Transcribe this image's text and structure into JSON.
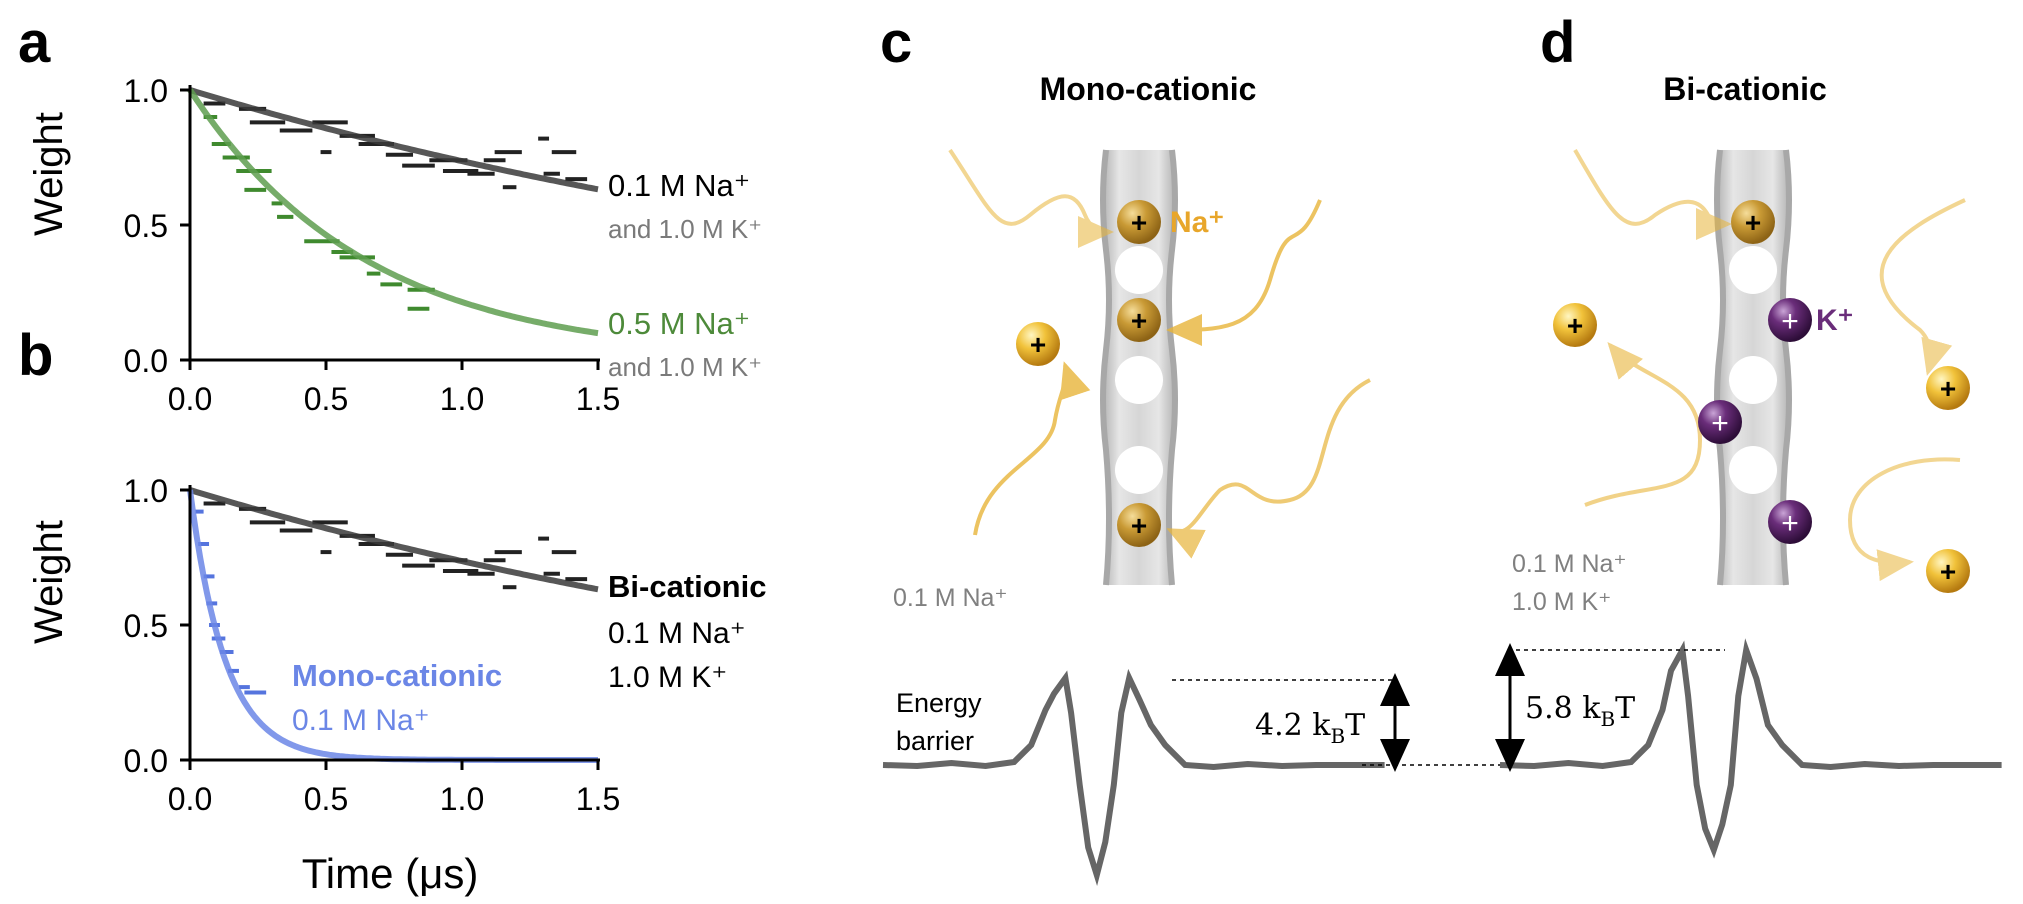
{
  "panels": {
    "a": {
      "letter": "a"
    },
    "b": {
      "letter": "b"
    },
    "c": {
      "letter": "c",
      "title": "Mono-cationic",
      "ion_label": "Na⁺",
      "condition": "0.1 M Na⁺",
      "barrier_label": "Energy\nbarrier",
      "barrier_value": "4.2 k",
      "barrier_sub": "B",
      "barrier_unit": "T"
    },
    "d": {
      "letter": "d",
      "title": "Bi-cationic",
      "ion_label": "K⁺",
      "condition_line1": "0.1 M Na⁺",
      "condition_line2": "1.0 M K⁺",
      "barrier_value": "5.8 k",
      "barrier_sub": "B",
      "barrier_unit": "T"
    }
  },
  "colors": {
    "black_series": "#3a3a3a",
    "green_series": "#5e9e4f",
    "blue_series": "#6b86e6",
    "na_ion": "#e8b53a",
    "k_ion": "#6a2d7a",
    "channel": "#d9d9d9",
    "energy_curve": "#666666"
  },
  "chart_data": [
    {
      "type": "line",
      "panel": "a",
      "xlabel": "",
      "ylabel": "Weight",
      "xlim": [
        0.0,
        1.5
      ],
      "ylim": [
        0.0,
        1.0
      ],
      "xticks": [
        "0.0",
        "0.5",
        "1.0",
        "1.5"
      ],
      "yticks": [
        "0.0",
        "0.5",
        "1.0"
      ],
      "series": [
        {
          "name": "0.1 M Na⁺",
          "subname": "and 1.0 M K⁺",
          "fit": "exp",
          "tau": 3.27,
          "x": [
            0.0,
            0.25,
            0.5,
            0.75,
            1.0,
            1.25,
            1.5
          ],
          "y": [
            1.0,
            0.926,
            0.858,
            0.795,
            0.737,
            0.682,
            0.632
          ],
          "steps": [
            [
              0.05,
              0.13,
              0.95
            ],
            [
              0.18,
              0.28,
              0.93
            ],
            [
              0.22,
              0.35,
              0.88
            ],
            [
              0.33,
              0.45,
              0.85
            ],
            [
              0.45,
              0.58,
              0.88
            ],
            [
              0.48,
              0.52,
              0.77
            ],
            [
              0.55,
              0.68,
              0.83
            ],
            [
              0.62,
              0.75,
              0.8
            ],
            [
              0.72,
              0.82,
              0.76
            ],
            [
              0.78,
              0.9,
              0.72
            ],
            [
              0.88,
              1.02,
              0.74
            ],
            [
              0.93,
              1.06,
              0.7
            ],
            [
              1.02,
              1.12,
              0.69
            ],
            [
              1.08,
              1.16,
              0.74
            ],
            [
              1.12,
              1.22,
              0.77
            ],
            [
              1.15,
              1.2,
              0.64
            ],
            [
              1.28,
              1.32,
              0.82
            ],
            [
              1.3,
              1.36,
              0.69
            ],
            [
              1.33,
              1.42,
              0.77
            ],
            [
              1.38,
              1.46,
              0.67
            ]
          ]
        },
        {
          "name": "0.5 M Na⁺",
          "subname": "and 1.0 M K⁺",
          "fit": "exp",
          "tau": 0.65,
          "x": [
            0.0,
            0.25,
            0.5,
            0.75,
            1.0,
            1.25,
            1.5
          ],
          "y": [
            1.0,
            0.681,
            0.463,
            0.315,
            0.215,
            0.146,
            0.1
          ],
          "steps": [
            [
              0.05,
              0.1,
              0.9
            ],
            [
              0.08,
              0.15,
              0.8
            ],
            [
              0.12,
              0.22,
              0.75
            ],
            [
              0.17,
              0.3,
              0.7
            ],
            [
              0.2,
              0.28,
              0.63
            ],
            [
              0.3,
              0.34,
              0.58
            ],
            [
              0.32,
              0.38,
              0.53
            ],
            [
              0.42,
              0.55,
              0.44
            ],
            [
              0.52,
              0.6,
              0.4
            ],
            [
              0.55,
              0.68,
              0.38
            ],
            [
              0.65,
              0.7,
              0.32
            ],
            [
              0.7,
              0.78,
              0.28
            ],
            [
              0.8,
              0.9,
              0.26
            ],
            [
              0.8,
              0.88,
              0.19
            ]
          ]
        }
      ]
    },
    {
      "type": "line",
      "panel": "b",
      "xlabel": "Time (μs)",
      "ylabel": "Weight",
      "xlim": [
        0.0,
        1.5
      ],
      "ylim": [
        0.0,
        1.0
      ],
      "xticks": [
        "0.0",
        "0.5",
        "1.0",
        "1.5"
      ],
      "yticks": [
        "0.0",
        "0.5",
        "1.0"
      ],
      "series": [
        {
          "name": "Bi-cationic",
          "subname_lines": [
            "0.1 M Na⁺",
            "1.0 M K⁺"
          ],
          "fit": "exp",
          "tau": 3.27,
          "x": [
            0.0,
            0.25,
            0.5,
            0.75,
            1.0,
            1.25,
            1.5
          ],
          "y": [
            1.0,
            0.926,
            0.858,
            0.795,
            0.737,
            0.682,
            0.632
          ],
          "steps": [
            [
              0.05,
              0.13,
              0.95
            ],
            [
              0.18,
              0.28,
              0.93
            ],
            [
              0.22,
              0.35,
              0.88
            ],
            [
              0.33,
              0.45,
              0.85
            ],
            [
              0.45,
              0.58,
              0.88
            ],
            [
              0.48,
              0.52,
              0.77
            ],
            [
              0.55,
              0.68,
              0.83
            ],
            [
              0.62,
              0.75,
              0.8
            ],
            [
              0.72,
              0.82,
              0.76
            ],
            [
              0.78,
              0.9,
              0.72
            ],
            [
              0.88,
              1.02,
              0.74
            ],
            [
              0.93,
              1.06,
              0.7
            ],
            [
              1.02,
              1.12,
              0.69
            ],
            [
              1.08,
              1.16,
              0.74
            ],
            [
              1.12,
              1.22,
              0.77
            ],
            [
              1.15,
              1.2,
              0.64
            ],
            [
              1.28,
              1.32,
              0.82
            ],
            [
              1.3,
              1.36,
              0.69
            ],
            [
              1.33,
              1.42,
              0.77
            ],
            [
              1.38,
              1.46,
              0.67
            ]
          ]
        },
        {
          "name": "Mono-cationic",
          "subname": "0.1 M Na⁺",
          "fit": "exp",
          "tau": 0.13,
          "x": [
            0.0,
            0.1,
            0.2,
            0.3,
            0.5,
            0.75,
            1.0,
            1.5
          ],
          "y": [
            1.0,
            0.463,
            0.214,
            0.099,
            0.021,
            0.003,
            0.0005,
            0.0
          ],
          "steps": [
            [
              0.02,
              0.05,
              0.92
            ],
            [
              0.03,
              0.07,
              0.8
            ],
            [
              0.05,
              0.09,
              0.68
            ],
            [
              0.06,
              0.1,
              0.58
            ],
            [
              0.07,
              0.11,
              0.5
            ],
            [
              0.08,
              0.13,
              0.45
            ],
            [
              0.11,
              0.16,
              0.4
            ],
            [
              0.14,
              0.18,
              0.33
            ],
            [
              0.18,
              0.22,
              0.27
            ],
            [
              0.2,
              0.28,
              0.25
            ]
          ]
        }
      ]
    }
  ]
}
